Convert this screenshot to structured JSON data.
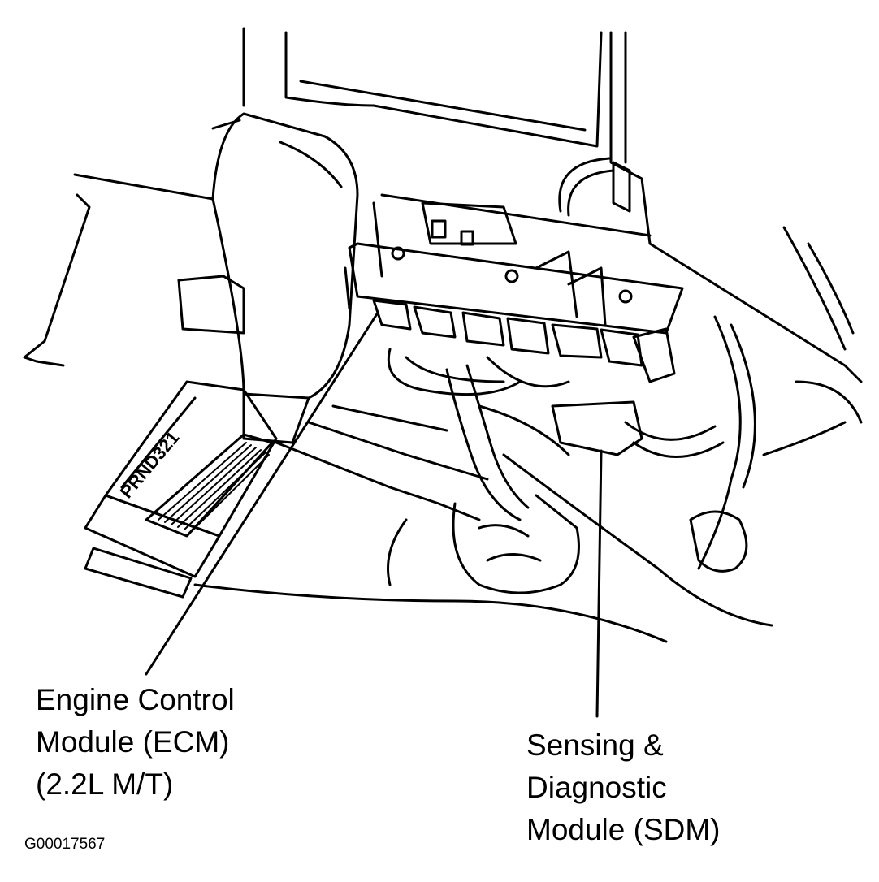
{
  "figure_id": "G00017567",
  "callouts": {
    "ecm": [
      "Engine Control",
      "Module (ECM)",
      "(2.2L M/T)"
    ],
    "sdm": [
      "Sensing &",
      "Diagnostic",
      "Module (SDM)"
    ]
  },
  "shift_pattern": "PRND321",
  "colors": {
    "ink": "#000000",
    "paper": "#ffffff"
  }
}
